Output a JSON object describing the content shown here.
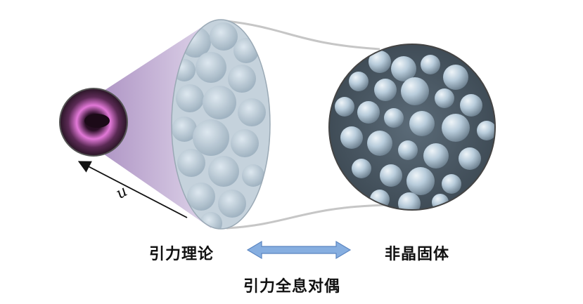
{
  "labels": {
    "gravity_theory": "引力理论",
    "amorphous_solid": "非晶固体",
    "holographic_duality": "引力全息对偶",
    "axis_u": "u"
  },
  "colors": {
    "cone_fill": "#c9b4dd",
    "black_hole_glow": "#ee7de6",
    "sphere_blue": "#a9c1d4",
    "arrow_blue": "#7aa3d8",
    "tube_outline": "#c8c8c8"
  }
}
